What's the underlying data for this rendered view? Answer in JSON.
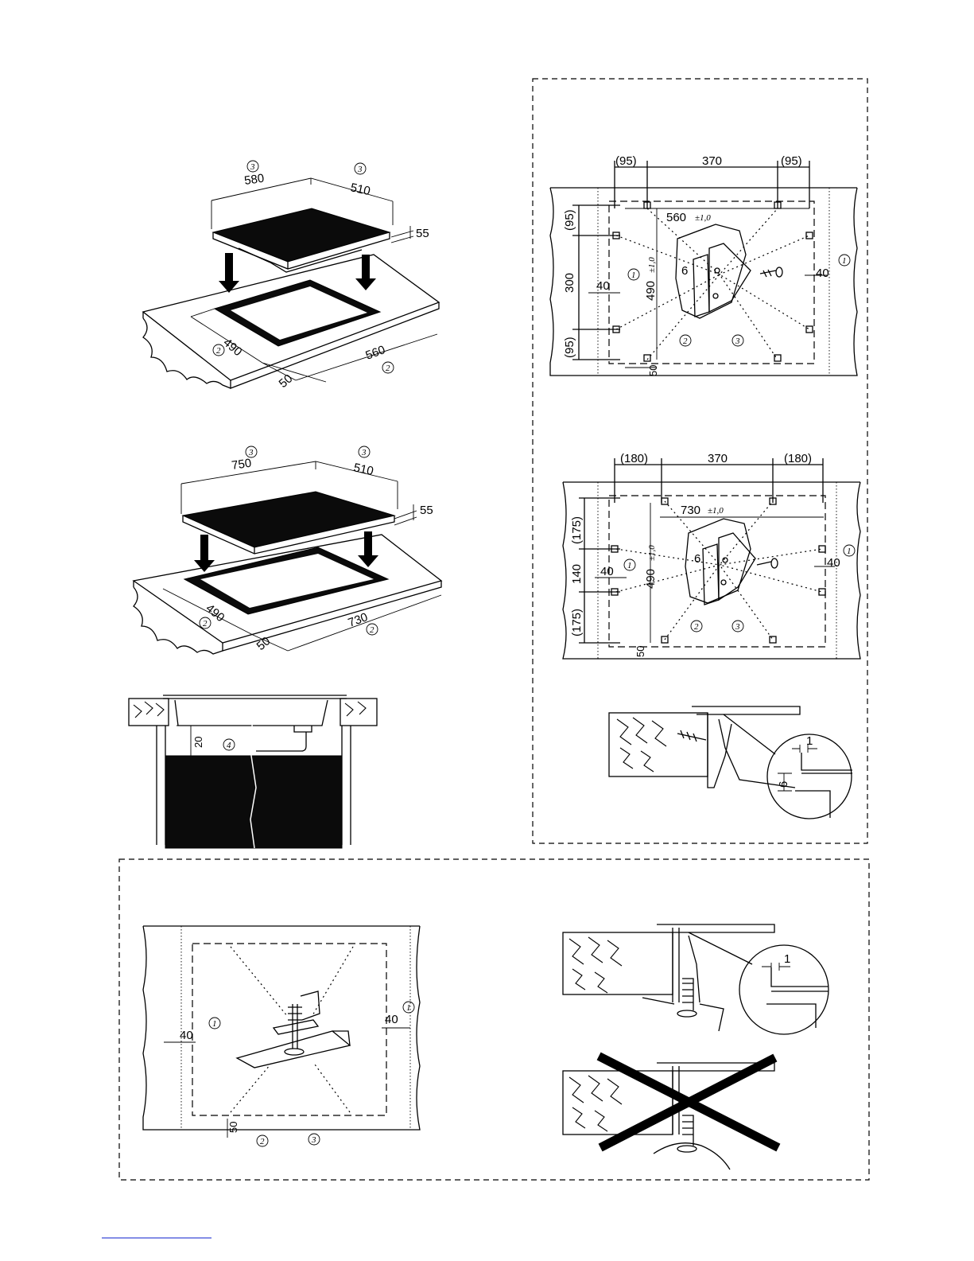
{
  "figure1": {
    "dim_width": "580",
    "dim_depth": "510",
    "dim_height": "55",
    "cut_depth": "490",
    "cut_width": "560",
    "edge_gap": "50",
    "callouts": [
      "3",
      "3",
      "2",
      "2"
    ]
  },
  "figure2": {
    "dim_width": "750",
    "dim_depth": "510",
    "dim_height": "55",
    "cut_depth": "490",
    "cut_width": "730",
    "edge_gap": "50",
    "callouts": [
      "3",
      "3",
      "2",
      "2"
    ]
  },
  "figure3": {
    "clearance": "20",
    "callout": "4"
  },
  "plan1": {
    "top_left": "(95)",
    "top_mid": "370",
    "top_right": "(95)",
    "width": "560",
    "width_tol": "±1,0",
    "depth": "490",
    "depth_tol": "±1,0",
    "left_top": "(95)",
    "left_mid": "300",
    "left_bottom": "(95)",
    "side_left": "40",
    "side_right": "40",
    "bracket": "6",
    "bottom": "50",
    "callouts": [
      "1",
      "1",
      "2",
      "3"
    ]
  },
  "plan2": {
    "top_left": "(180)",
    "top_mid": "370",
    "top_right": "(180)",
    "width": "730",
    "width_tol": "±1,0",
    "depth": "490",
    "depth_tol": "±1,0",
    "left_top": "(175)",
    "left_mid": "140",
    "left_bottom": "(175)",
    "side_left": "40",
    "side_right": "40",
    "bracket": "6",
    "bottom": "50",
    "callouts": [
      "1",
      "1",
      "2",
      "3"
    ]
  },
  "detail1": {
    "gap": "1",
    "height": "6"
  },
  "plan3": {
    "side_left": "40",
    "side_right": "40",
    "bottom": "50",
    "callouts": [
      "1",
      "1",
      "2",
      "3"
    ]
  },
  "detail2": {
    "gap": "1"
  }
}
